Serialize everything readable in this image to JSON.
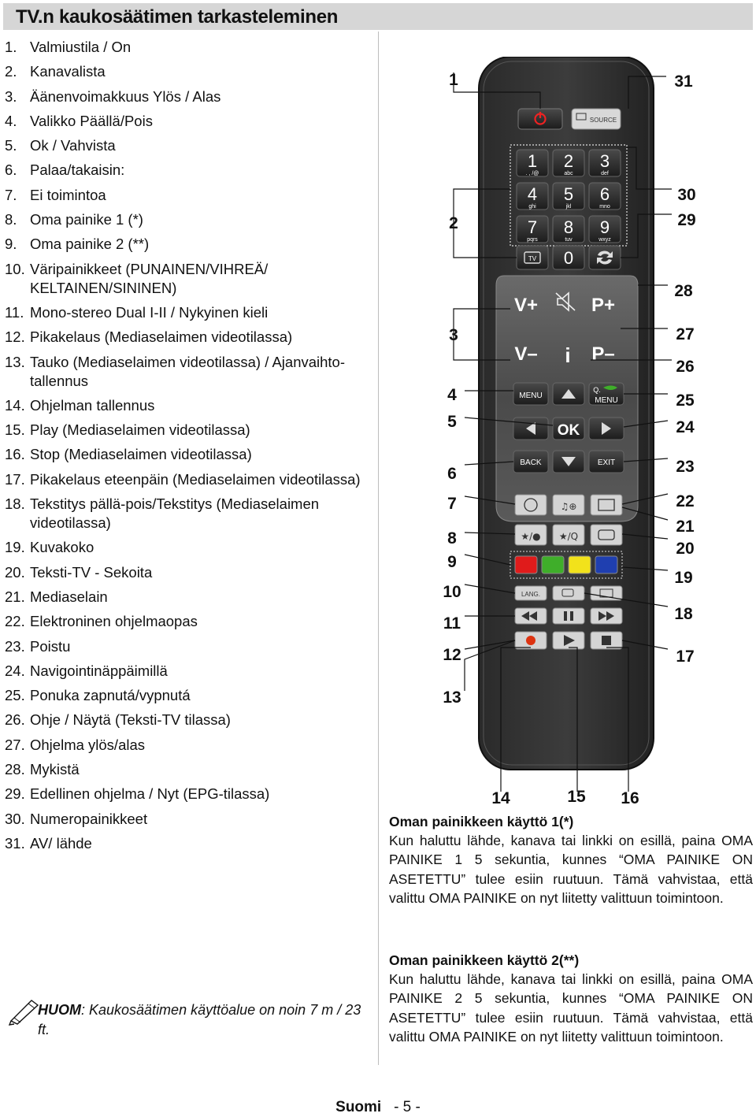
{
  "title": "TV.n kaukosäätimen tarkasteleminen",
  "items": [
    {
      "num": "1.",
      "text": "Valmiustila / On"
    },
    {
      "num": "2.",
      "text": "Kanavalista"
    },
    {
      "num": "3.",
      "text": "Äänenvoimakkuus Ylös / Alas"
    },
    {
      "num": "4.",
      "text": "Valikko Päällä/Pois"
    },
    {
      "num": "5.",
      "text": "Ok / Vahvista"
    },
    {
      "num": "6.",
      "text": "Palaa/takaisin:"
    },
    {
      "num": "7.",
      "text": "Ei toimintoa"
    },
    {
      "num": "8.",
      "text": "Oma painike 1 (*)"
    },
    {
      "num": "9.",
      "text": "Oma painike 2 (**)"
    },
    {
      "num": "10.",
      "text": "Väripainikkeet (PUNAINEN/VIHREÄ/ KELTAINEN/SININEN)"
    },
    {
      "num": "11.",
      "text": "Mono-stereo Dual I-II / Nykyinen kieli"
    },
    {
      "num": "12.",
      "text": "Pikakelaus (Mediaselaimen videotilassa)"
    },
    {
      "num": "13.",
      "text": "Tauko (Mediaselaimen videotilassa) / Ajanvaihto-tallennus"
    },
    {
      "num": "14.",
      "text": "Ohjelman tallennus"
    },
    {
      "num": "15.",
      "text": "Play (Mediaselaimen videotilassa)"
    },
    {
      "num": "16.",
      "text": "Stop (Mediaselaimen videotilassa)"
    },
    {
      "num": "17.",
      "text": "Pikakelaus eteenpäin (Mediaselaimen videotilassa)"
    },
    {
      "num": "18.",
      "text": "Tekstitys pällä-pois/Tekstitys (Mediaselaimen videotilassa)"
    },
    {
      "num": "19.",
      "text": "Kuvakoko"
    },
    {
      "num": "20.",
      "text": "Teksti-TV - Sekoita"
    },
    {
      "num": "21.",
      "text": "Mediaselain"
    },
    {
      "num": "22.",
      "text": "Elektroninen ohjelmaopas"
    },
    {
      "num": "23.",
      "text": "Poistu"
    },
    {
      "num": "24.",
      "text": "Navigointinäppäimillä"
    },
    {
      "num": "25.",
      "text": "Ponuka zapnutá/vypnutá"
    },
    {
      "num": "26.",
      "text": "Ohje / Näytä (Teksti-TV tilassa)"
    },
    {
      "num": "27.",
      "text": "Ohjelma ylös/alas"
    },
    {
      "num": "28.",
      "text": "Mykistä"
    },
    {
      "num": "29.",
      "text": "Edellinen ohjelma / Nyt (EPG-tilassa)"
    },
    {
      "num": "30.",
      "text": "Numeropainikkeet"
    },
    {
      "num": "31.",
      "text": "AV/ lähde"
    }
  ],
  "note": {
    "bold": "HUOM",
    "text": ": Kaukosäätimen käyttöalue on noin 7 m / 23 ft."
  },
  "section1": {
    "heading": "Oman painikkeen käyttö 1(*)",
    "body": "Kun haluttu lähde, kanava tai linkki on esillä, paina OMA PAINIKE 1 5 sekuntia, kunnes “OMA PAINIKE ON ASETETTU” tulee esiin ruutuun. Tämä vahvistaa, että valittu OMA PAINIKE on nyt liitetty valittuun toimintoon."
  },
  "section2": {
    "heading": "Oman painikkeen käyttö 2(**)",
    "body": "Kun haluttu lähde, kanava tai linkki on esillä, paina OMA PAINIKE 2 5 sekuntia, kunnes “OMA PAINIKE ON ASETETTU” tulee esiin ruutuun. Tämä vahvistaa, että valittu OMA PAINIKE on nyt liitetty valittuun toimintoon."
  },
  "footer": {
    "lang": "Suomi",
    "page": "- 5 -"
  },
  "remote": {
    "source": "SOURCE",
    "keys": [
      {
        "d": "1",
        "s": ". , /@"
      },
      {
        "d": "2",
        "s": "abc"
      },
      {
        "d": "3",
        "s": "def"
      },
      {
        "d": "4",
        "s": "ghi"
      },
      {
        "d": "5",
        "s": "jkl"
      },
      {
        "d": "6",
        "s": "mno"
      },
      {
        "d": "7",
        "s": "pqrs"
      },
      {
        "d": "8",
        "s": "tuv"
      },
      {
        "d": "9",
        "s": "wxyz"
      }
    ],
    "tv": "TV",
    "zero": "0",
    "vplus": "V+",
    "vminus": "V–",
    "pplus": "P+",
    "pminus": "P–",
    "info": "i",
    "menu": "MENU",
    "qmenu_q": "Q.",
    "qmenu": "MENU",
    "ok": "OK",
    "back": "BACK",
    "exit": "EXIT",
    "lang": "LANG.",
    "colors": [
      "#e01b1b",
      "#3fae2a",
      "#f2e21b",
      "#1f3fb0"
    ]
  },
  "callouts": [
    "1",
    "2",
    "3",
    "4",
    "5",
    "6",
    "7",
    "8",
    "9",
    "10",
    "11",
    "12",
    "13",
    "14",
    "15",
    "16",
    "17",
    "18",
    "19",
    "20",
    "21",
    "22",
    "23",
    "24",
    "25",
    "26",
    "27",
    "28",
    "29",
    "30",
    "31"
  ]
}
